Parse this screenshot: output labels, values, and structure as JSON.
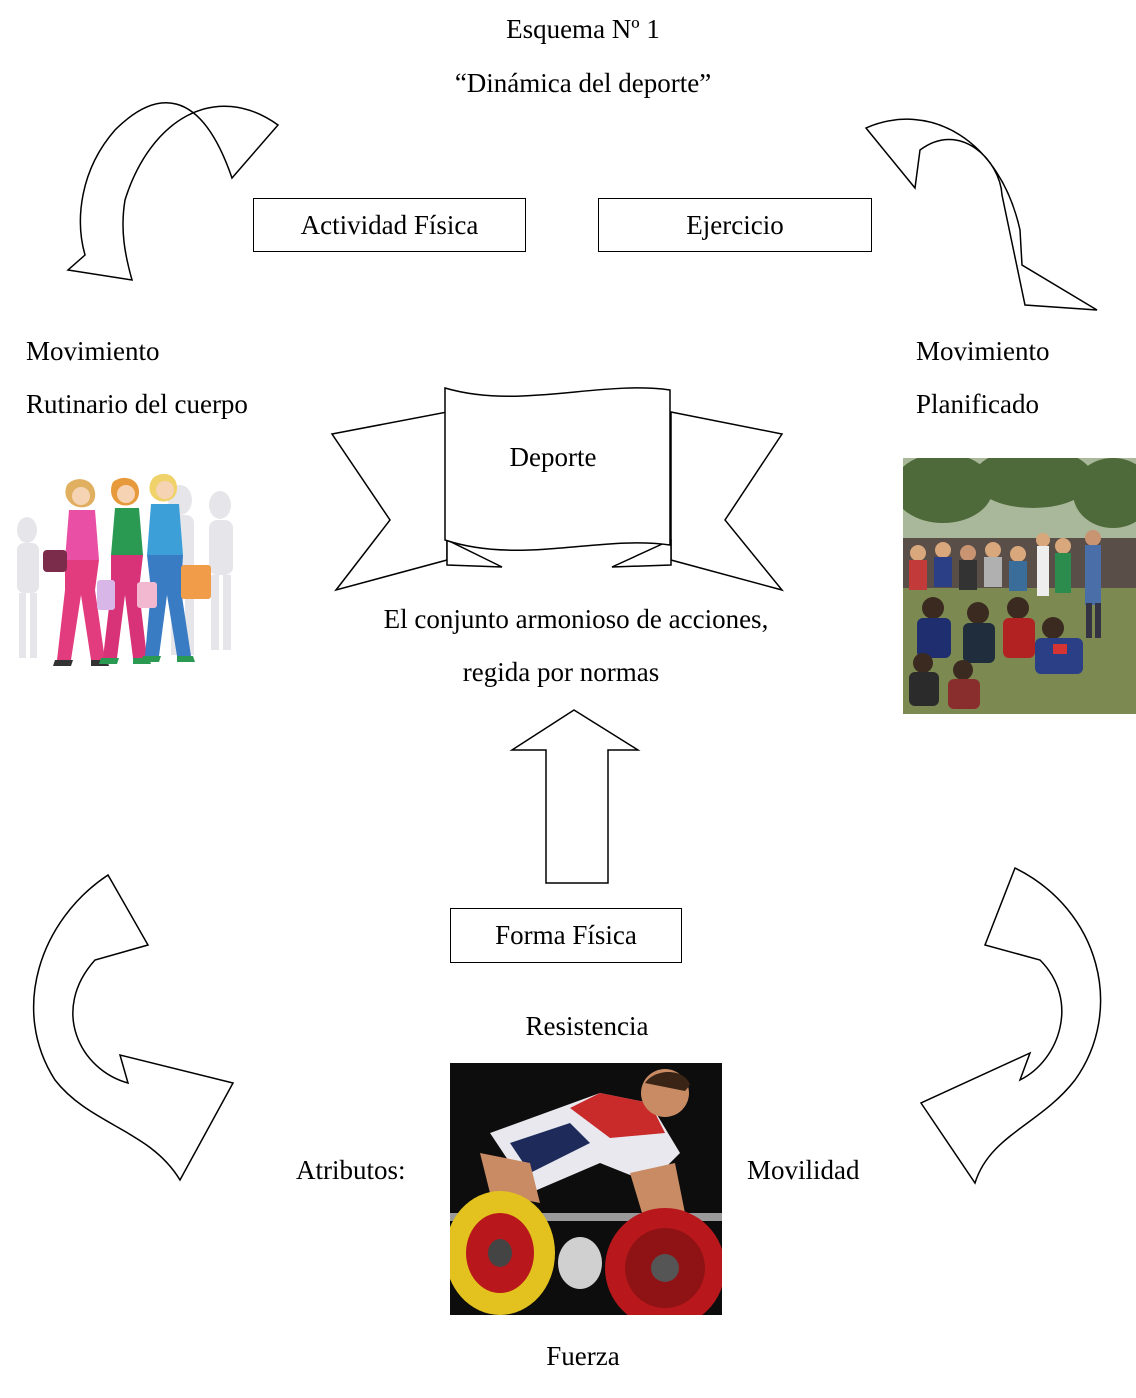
{
  "header": {
    "scheme_number": "Esquema Nº 1",
    "scheme_title": "“Dinámica del deporte”"
  },
  "boxes": {
    "physical_activity": "Actividad Física",
    "exercise": "Ejercicio",
    "fitness": "Forma Física"
  },
  "banner": {
    "label": "Deporte"
  },
  "left_concept": {
    "line1": "Movimiento",
    "line2": "Rutinario del cuerpo"
  },
  "right_concept": {
    "line1": "Movimiento",
    "line2": "Planificado"
  },
  "definition": {
    "line1": "El conjunto armonioso de acciones,",
    "line2": "regida por normas"
  },
  "attributes": {
    "label": "Atributos:",
    "top": "Resistencia",
    "right": "Movilidad",
    "bottom": "Fuerza"
  },
  "images": {
    "left": "shopping-women-illustration",
    "right": "group-outdoor-activity-photo",
    "bottom": "weightlifter-photo"
  }
}
